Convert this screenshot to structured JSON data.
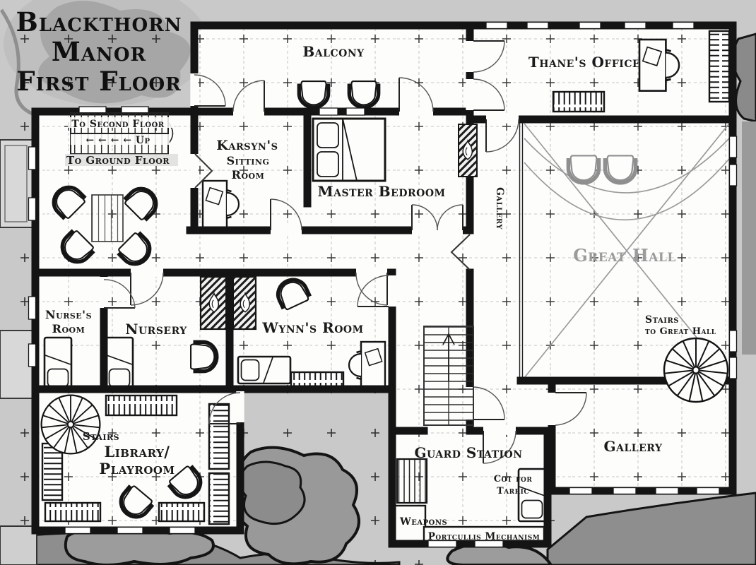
{
  "title": {
    "lines": [
      "Blackthorn",
      "Manor",
      "First Floor"
    ]
  },
  "rooms": {
    "balcony": {
      "label": "Balcony"
    },
    "thanes_office": {
      "label": "Thane's Office"
    },
    "karsyns_sitting_room": {
      "lines": [
        "Karsyn's",
        "Sitting",
        "Room"
      ]
    },
    "master_bedroom": {
      "label": "Master Bedroom"
    },
    "gallery_corridor": {
      "label": "Gallery"
    },
    "great_hall": {
      "label": "Great Hall"
    },
    "nurses_room": {
      "lines": [
        "Nurse's",
        "Room"
      ]
    },
    "nursery": {
      "label": "Nursery"
    },
    "wynns_room": {
      "label": "Wynn's Room"
    },
    "library_playroom": {
      "stairs_label": "Stairs",
      "lines": [
        "Library/",
        "Playroom"
      ]
    },
    "stairs_to_great_hall": {
      "lines": [
        "Stairs",
        "to Great Hall"
      ]
    },
    "guard_station": {
      "label": "Guard Station",
      "weapons_label": "Weapons",
      "cot_label_lines": [
        "Cot for",
        "Tarric"
      ],
      "portcullis_label": "Portcullis Mechanism"
    },
    "gallery_south": {
      "label": "Gallery"
    }
  },
  "northwest_stairs": {
    "to_second_floor": "To Second Floor",
    "up": "← ← ← ← Up",
    "to_ground_floor": "To Ground Floor"
  },
  "colors": {
    "exterior": "#c9c9c9",
    "terrain_dark": "#8e8e8e",
    "tree_canopy": "#9c9c9c",
    "wall": "#141414",
    "room_fill": "#fdfdfb",
    "open_floor_annotation": "#9b9b9b",
    "label_ink": "#1b1b1b"
  }
}
